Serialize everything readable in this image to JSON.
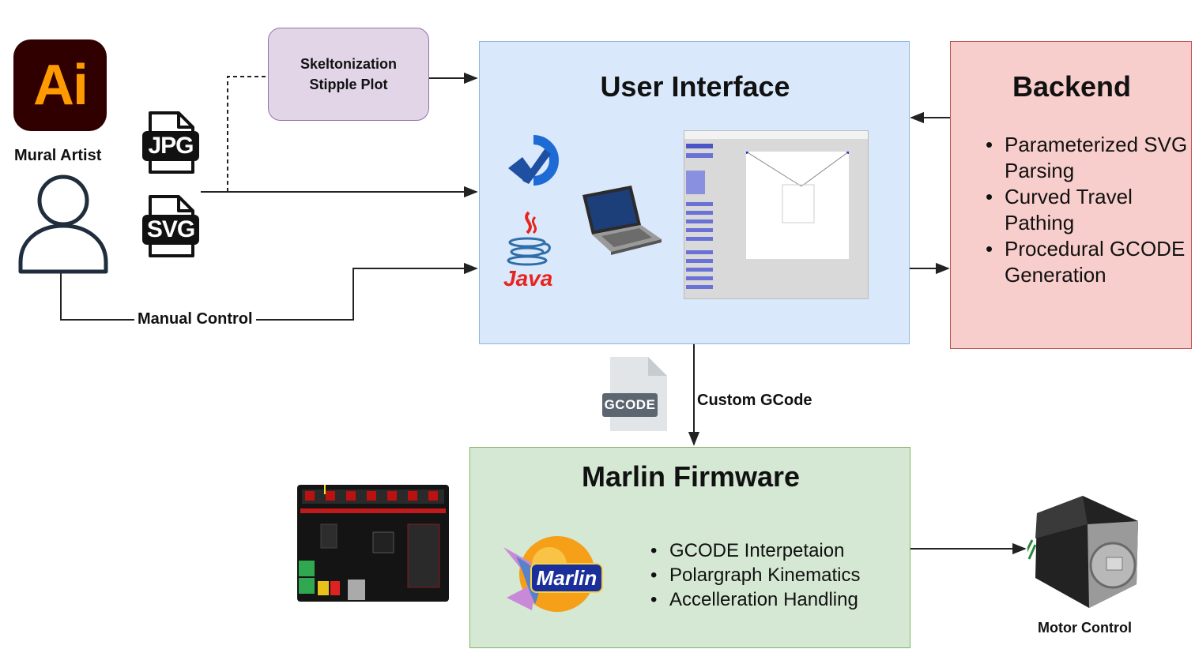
{
  "actor": {
    "name": "Mural Artist"
  },
  "icons": {
    "illustrator": "adobe-illustrator-icon",
    "illustrator_text": "Ai",
    "jpg_file": "jpg-file-icon",
    "jpg_text": "JPG",
    "svg_file": "svg-file-icon",
    "svg_text": "SVG",
    "user": "user-icon",
    "java_text": "Java",
    "gcode_file_text": "GCODE",
    "marlin_text": "Marlin"
  },
  "skeleton_box": {
    "line1": "Skeltonization",
    "line2": "Stipple Plot"
  },
  "user_interface": {
    "title": "User Interface"
  },
  "backend": {
    "title": "Backend",
    "items": [
      "Parameterized SVG Parsing",
      "Curved Travel Pathing",
      "Procedural GCODE Generation"
    ]
  },
  "marlin": {
    "title": "Marlin Firmware",
    "items": [
      "GCODE Interpetaion",
      "Polargraph Kinematics",
      "Accelleration Handling"
    ]
  },
  "labels": {
    "manual_control": "Manual Control",
    "custom_gcode": "Custom GCode",
    "motor_control": "Motor Control"
  },
  "colors": {
    "ui_fill": "#dae8fc",
    "backend_fill": "#f8cecc",
    "marlin_fill": "#d5e8d4",
    "skeleton_fill": "#e1d5e7",
    "illustrator_bg": "#300000",
    "illustrator_fg": "#ff9a00"
  }
}
